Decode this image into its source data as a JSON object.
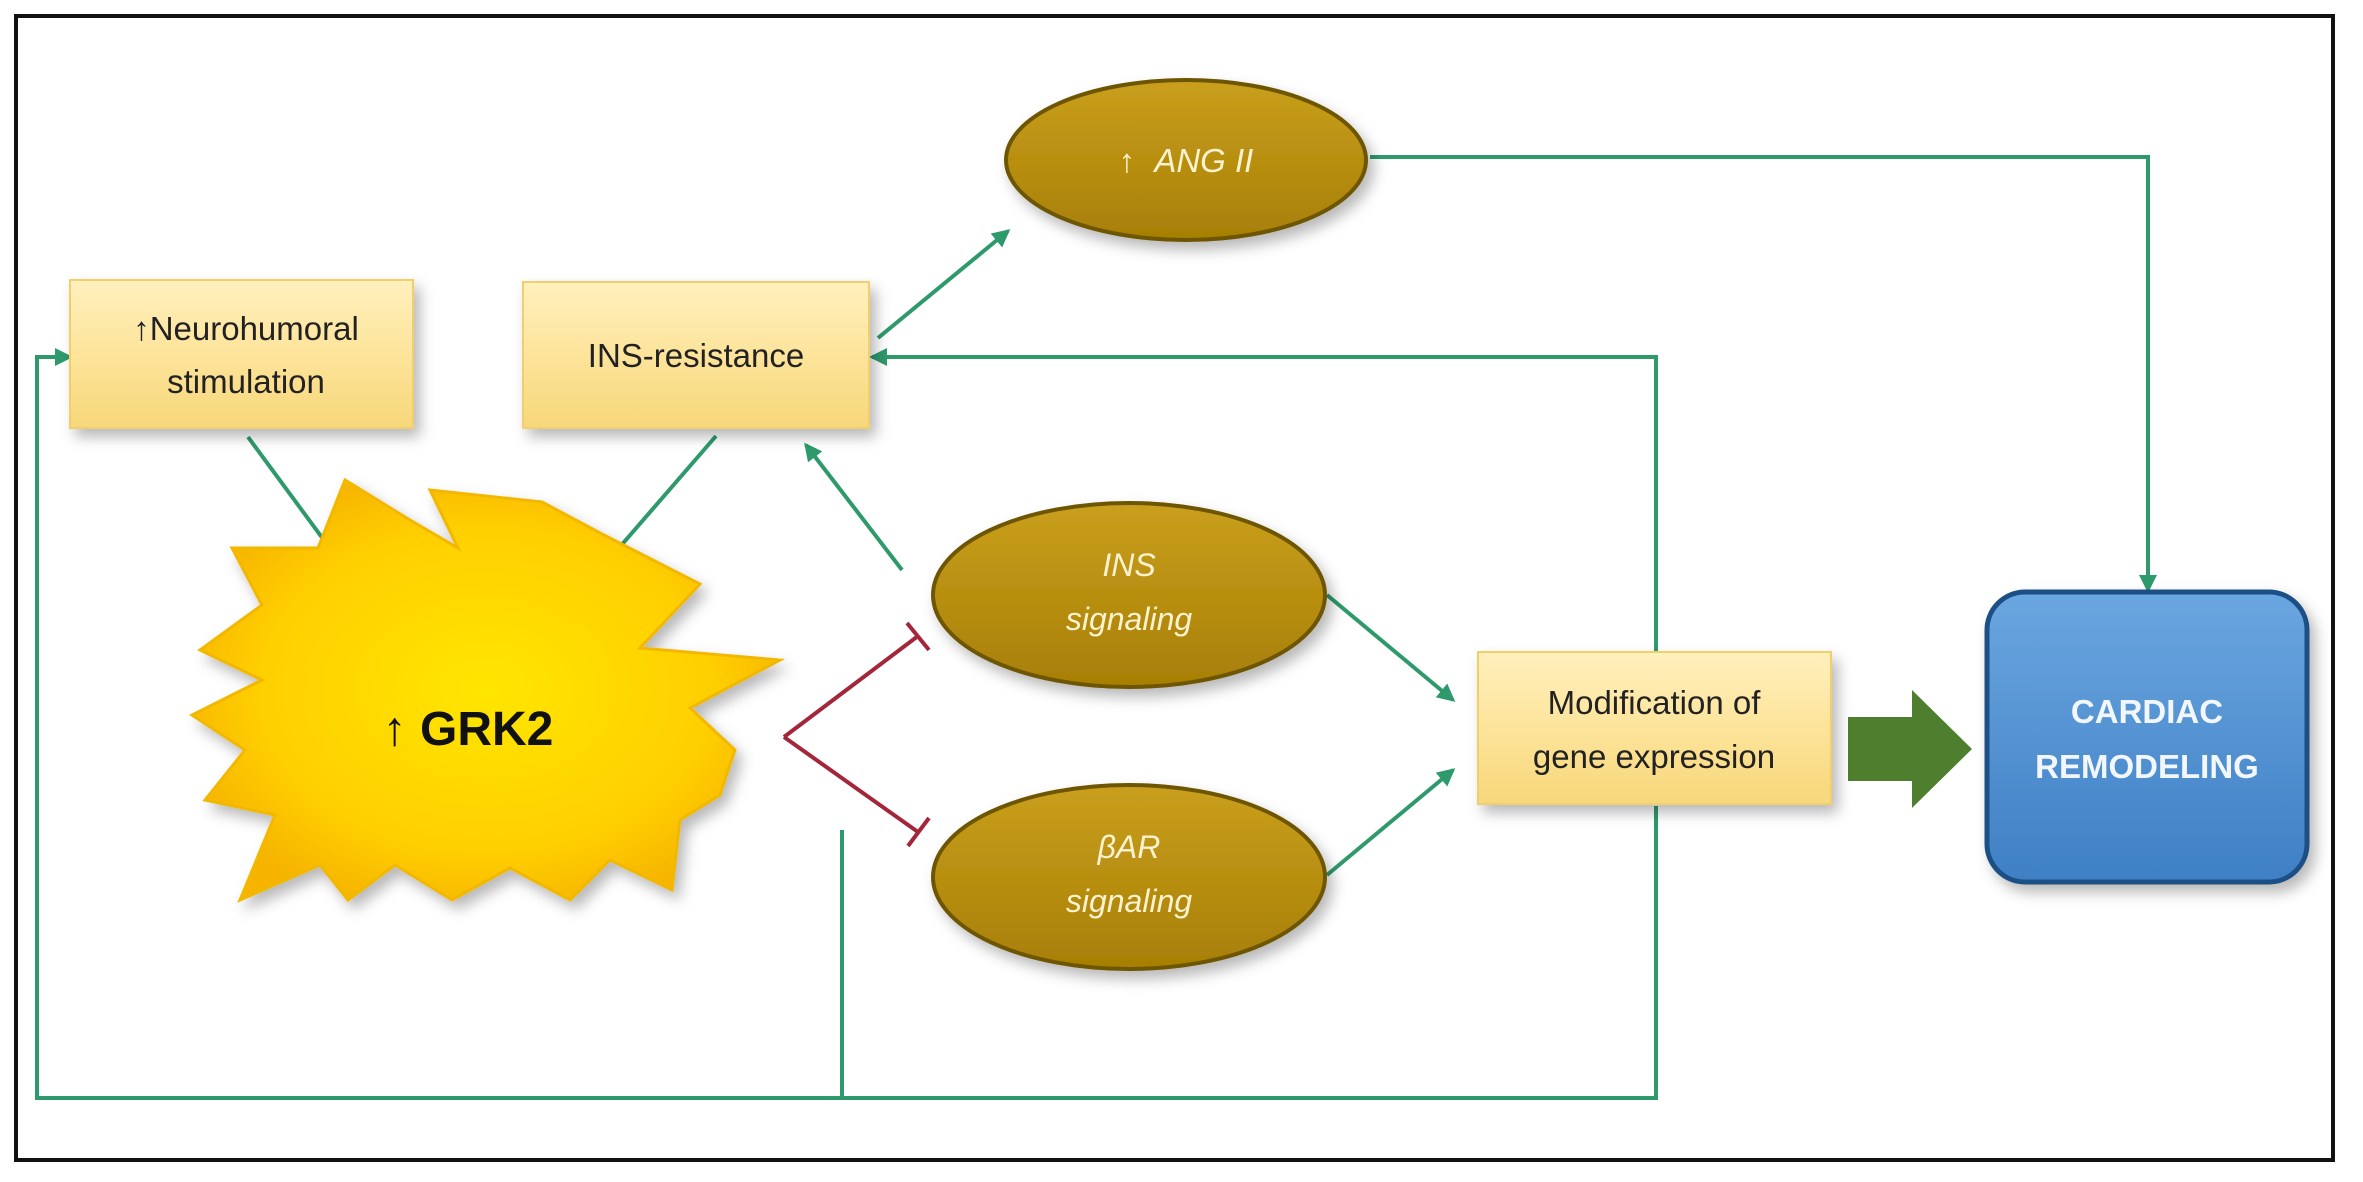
{
  "colors": {
    "arrow": "#2e9a6c",
    "inhibit": "#a3263a",
    "box_fill": "#fde49b",
    "oval_fill": "#b8900a",
    "burst_fill": "#ffd400",
    "blue_box": "#4e8fd1",
    "big_arrow": "#4e7f2e"
  },
  "nodes": {
    "neurohumoral": {
      "line1": "↑Neurohumoral",
      "line2": "stimulation"
    },
    "ins_resistance": {
      "label": "INS-resistance"
    },
    "ang2": {
      "arrow": "↑",
      "label": "ANG II"
    },
    "grk2": {
      "label": "↑ GRK2"
    },
    "ins_signaling": {
      "line1": "INS",
      "line2": "signaling"
    },
    "bar_signaling": {
      "line1": "βAR",
      "line2": "signaling"
    },
    "gene_expression": {
      "line1": "Modification of",
      "line2": "gene expression"
    },
    "cardiac_remodeling": {
      "line1": "CARDIAC",
      "line2": "REMODELING"
    }
  }
}
